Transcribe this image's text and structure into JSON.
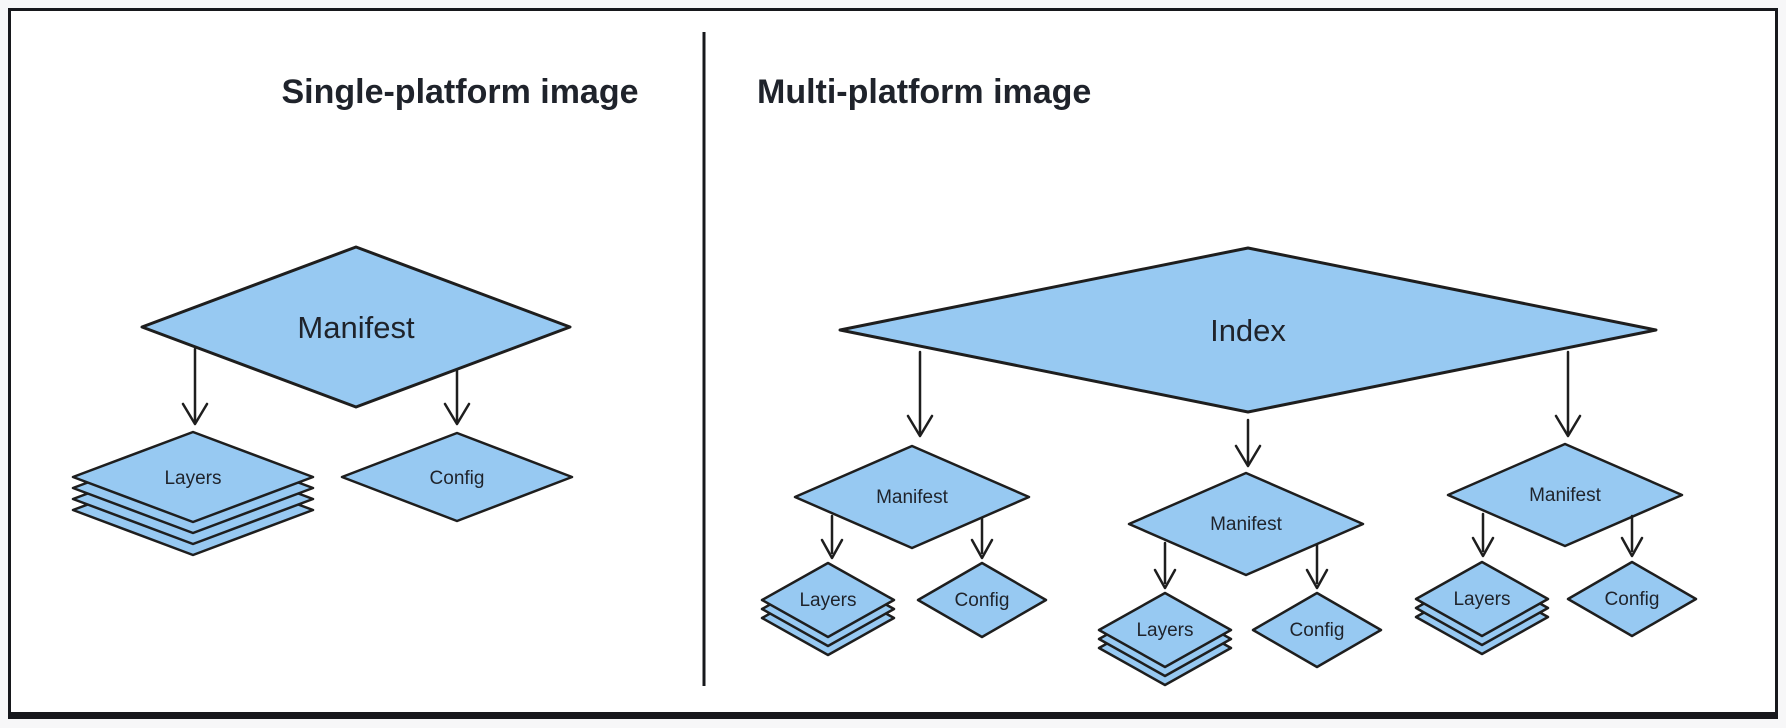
{
  "colors": {
    "shape_fill": "#97c9f2",
    "shape_stroke": "#1e1e1e",
    "text": "#1f232b",
    "border": "#17181c",
    "canvas": "#ffffff",
    "outer_background": "#f7f7f8"
  },
  "panels": {
    "single": {
      "title": "Single-platform image",
      "manifest": "Manifest",
      "layers": "Layers",
      "config": "Config"
    },
    "multi": {
      "title": "Multi-platform image",
      "index": "Index",
      "subtrees": [
        {
          "manifest": "Manifest",
          "layers": "Layers",
          "config": "Config"
        },
        {
          "manifest": "Manifest",
          "layers": "Layers",
          "config": "Config"
        },
        {
          "manifest": "Manifest",
          "layers": "Layers",
          "config": "Config"
        }
      ]
    }
  }
}
